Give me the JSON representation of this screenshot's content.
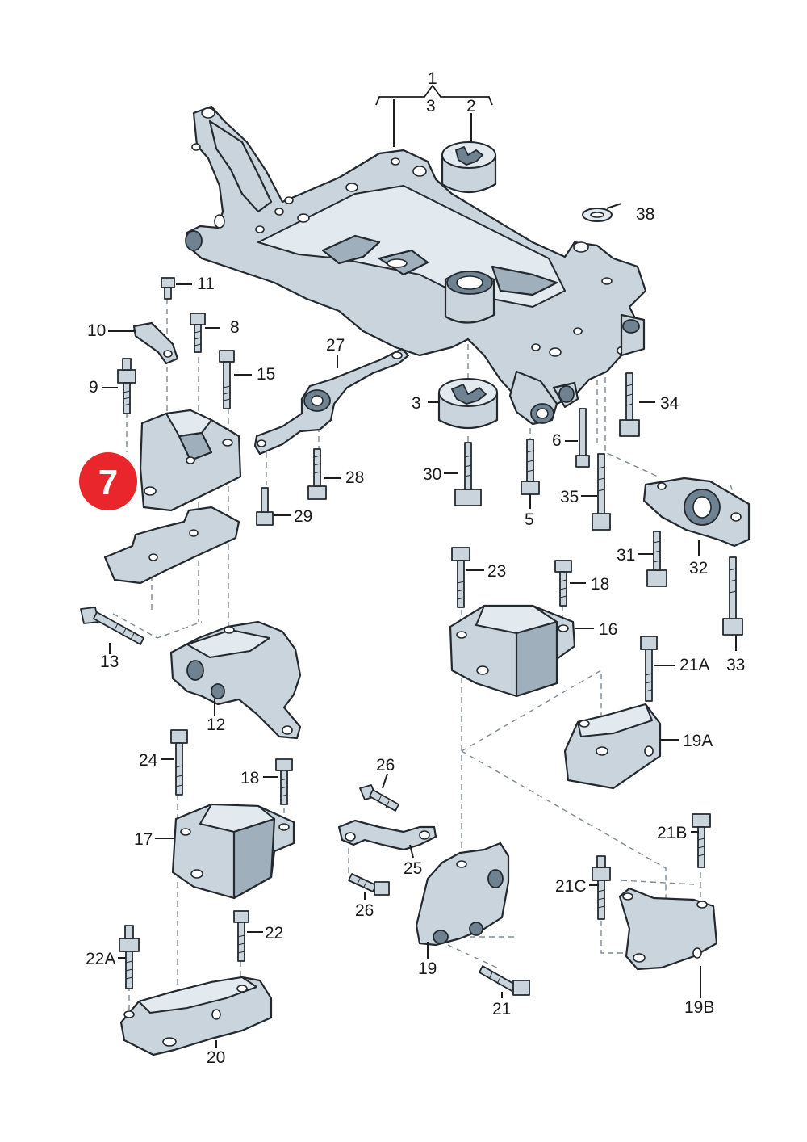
{
  "labels": {
    "l1": "1",
    "l2": "2",
    "l3a": "3",
    "l3b": "3",
    "l5": "5",
    "l6": "6",
    "l8": "8",
    "l9": "9",
    "l10": "10",
    "l11": "11",
    "l12": "12",
    "l13": "13",
    "l15": "15",
    "l16": "16",
    "l17": "17",
    "l18a": "18",
    "l18b": "18",
    "l19": "19",
    "l19a": "19A",
    "l19b": "19B",
    "l20": "20",
    "l21": "21",
    "l21a": "21A",
    "l21b": "21B",
    "l21c": "21C",
    "l22": "22",
    "l22a": "22A",
    "l23": "23",
    "l24": "24",
    "l25": "25",
    "l26a": "26",
    "l26b": "26",
    "l27": "27",
    "l28": "28",
    "l29": "29",
    "l30": "30",
    "l31": "31",
    "l32": "32",
    "l33": "33",
    "l34": "34",
    "l35": "35",
    "l38": "38"
  },
  "highlight": {
    "number": "7",
    "color": "#e8262b"
  },
  "colors": {
    "part": "#c9d4dc",
    "outline": "#23292e"
  }
}
